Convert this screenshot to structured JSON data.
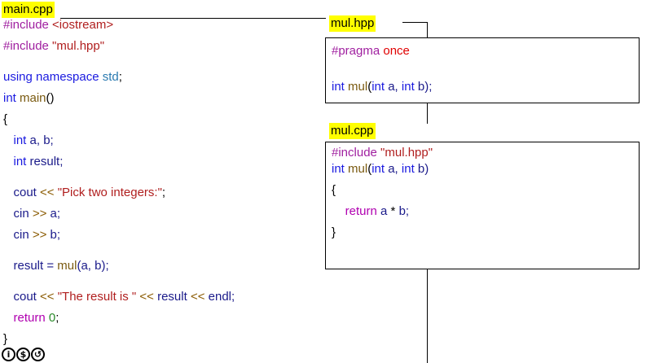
{
  "files": {
    "main": {
      "label": "main.cpp",
      "lines": [
        [
          {
            "t": "#include ",
            "c": "pp"
          },
          {
            "t": "<iostream>",
            "c": "str"
          }
        ],
        [
          {
            "t": "#include ",
            "c": "pp"
          },
          {
            "t": "\"mul.hpp\"",
            "c": "str"
          }
        ],
        [],
        [
          {
            "t": "using namespace ",
            "c": "kw"
          },
          {
            "t": "std",
            "c": "ns"
          },
          {
            "t": ";",
            "c": ""
          }
        ],
        [
          {
            "t": "int ",
            "c": "kw"
          },
          {
            "t": "main",
            "c": "fn"
          },
          {
            "t": "()",
            "c": ""
          }
        ],
        [
          {
            "t": "{",
            "c": ""
          }
        ],
        [
          {
            "t": "   int ",
            "c": "kw"
          },
          {
            "t": "a, b;",
            "c": "id"
          }
        ],
        [
          {
            "t": "   int ",
            "c": "kw"
          },
          {
            "t": "result;",
            "c": "id"
          }
        ],
        [],
        [
          {
            "t": "   cout ",
            "c": "id"
          },
          {
            "t": "<< ",
            "c": "op"
          },
          {
            "t": "\"Pick two integers:\"",
            "c": "str"
          },
          {
            "t": ";",
            "c": ""
          }
        ],
        [
          {
            "t": "   cin ",
            "c": "id"
          },
          {
            "t": ">> ",
            "c": "op"
          },
          {
            "t": "a;",
            "c": "id"
          }
        ],
        [
          {
            "t": "   cin ",
            "c": "id"
          },
          {
            "t": ">> ",
            "c": "op"
          },
          {
            "t": "b;",
            "c": "id"
          }
        ],
        [],
        [
          {
            "t": "   result = ",
            "c": "id"
          },
          {
            "t": "mul",
            "c": "fn"
          },
          {
            "t": "(a, b);",
            "c": "id"
          }
        ],
        [],
        [
          {
            "t": "   cout ",
            "c": "id"
          },
          {
            "t": "<< ",
            "c": "op"
          },
          {
            "t": "\"The result is \"",
            "c": "str"
          },
          {
            "t": " << ",
            "c": "op"
          },
          {
            "t": "result ",
            "c": "id"
          },
          {
            "t": "<< ",
            "c": "op"
          },
          {
            "t": "endl;",
            "c": "id"
          }
        ],
        [
          {
            "t": "   return ",
            "c": "ret"
          },
          {
            "t": "0",
            "c": "num"
          },
          {
            "t": ";",
            "c": ""
          }
        ],
        [
          {
            "t": "}",
            "c": ""
          }
        ]
      ]
    },
    "header": {
      "label": "mul.hpp",
      "lines": [
        [
          {
            "t": "#pragma ",
            "c": "pp"
          },
          {
            "t": "once",
            "c": "red"
          }
        ],
        [],
        [
          {
            "t": "int ",
            "c": "kw"
          },
          {
            "t": "mul",
            "c": "fn"
          },
          {
            "t": "(",
            "c": ""
          },
          {
            "t": "int ",
            "c": "kw"
          },
          {
            "t": "a, ",
            "c": "id"
          },
          {
            "t": "int ",
            "c": "kw"
          },
          {
            "t": "b);",
            "c": "id"
          }
        ]
      ]
    },
    "impl": {
      "label": "mul.cpp",
      "lines": [
        [
          {
            "t": "#include ",
            "c": "pp"
          },
          {
            "t": "\"mul.hpp\"",
            "c": "str"
          }
        ],
        [
          {
            "t": "int ",
            "c": "kw"
          },
          {
            "t": "mul",
            "c": "fn"
          },
          {
            "t": "(",
            "c": ""
          },
          {
            "t": "int ",
            "c": "kw"
          },
          {
            "t": "a, ",
            "c": "id"
          },
          {
            "t": "int ",
            "c": "kw"
          },
          {
            "t": "b)",
            "c": "id"
          }
        ],
        [
          {
            "t": "{",
            "c": ""
          }
        ],
        [
          {
            "t": "    return ",
            "c": "ret"
          },
          {
            "t": "a ",
            "c": "id"
          },
          {
            "t": "* ",
            "c": ""
          },
          {
            "t": "b;",
            "c": "id"
          }
        ],
        [
          {
            "t": "}",
            "c": ""
          }
        ]
      ]
    }
  },
  "license_icons": [
    "cc-icon",
    "nc-icon",
    "sa-icon"
  ],
  "license_glyphs": [
    "i",
    "$",
    "↺"
  ]
}
